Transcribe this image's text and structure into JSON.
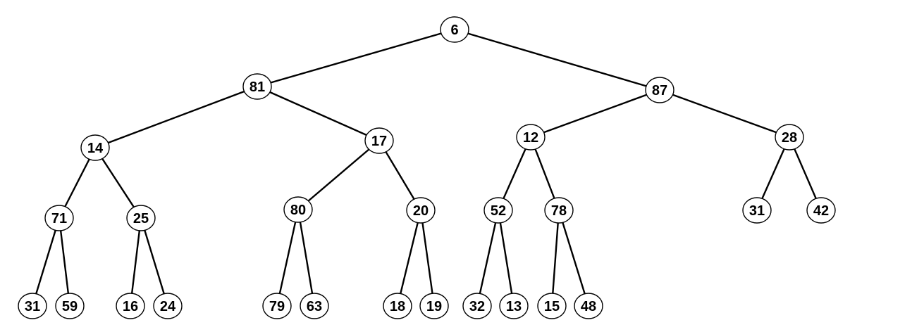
{
  "tree": {
    "nodes": [
      {
        "id": "n1",
        "label": "6"
      },
      {
        "id": "n2",
        "label": "81"
      },
      {
        "id": "n3",
        "label": "87"
      },
      {
        "id": "n4",
        "label": "14"
      },
      {
        "id": "n5",
        "label": "17"
      },
      {
        "id": "n6",
        "label": "12"
      },
      {
        "id": "n7",
        "label": "28"
      },
      {
        "id": "n8",
        "label": "71"
      },
      {
        "id": "n9",
        "label": "25"
      },
      {
        "id": "n10",
        "label": "80"
      },
      {
        "id": "n11",
        "label": "20"
      },
      {
        "id": "n12",
        "label": "52"
      },
      {
        "id": "n13",
        "label": "78"
      },
      {
        "id": "n14",
        "label": "31"
      },
      {
        "id": "n15",
        "label": "42"
      },
      {
        "id": "n16",
        "label": "31"
      },
      {
        "id": "n17",
        "label": "59"
      },
      {
        "id": "n18",
        "label": "16"
      },
      {
        "id": "n19",
        "label": "24"
      },
      {
        "id": "n20",
        "label": "79"
      },
      {
        "id": "n21",
        "label": "63"
      },
      {
        "id": "n22",
        "label": "18"
      },
      {
        "id": "n23",
        "label": "19"
      },
      {
        "id": "n24",
        "label": "32"
      },
      {
        "id": "n25",
        "label": "13"
      },
      {
        "id": "n26",
        "label": "15"
      },
      {
        "id": "n27",
        "label": "48"
      }
    ],
    "edges": [
      [
        "n1",
        "n2"
      ],
      [
        "n1",
        "n3"
      ],
      [
        "n2",
        "n4"
      ],
      [
        "n2",
        "n5"
      ],
      [
        "n3",
        "n6"
      ],
      [
        "n3",
        "n7"
      ],
      [
        "n4",
        "n8"
      ],
      [
        "n4",
        "n9"
      ],
      [
        "n5",
        "n10"
      ],
      [
        "n5",
        "n11"
      ],
      [
        "n6",
        "n12"
      ],
      [
        "n6",
        "n13"
      ],
      [
        "n7",
        "n14"
      ],
      [
        "n7",
        "n15"
      ],
      [
        "n8",
        "n16"
      ],
      [
        "n8",
        "n17"
      ],
      [
        "n9",
        "n18"
      ],
      [
        "n9",
        "n19"
      ],
      [
        "n10",
        "n20"
      ],
      [
        "n10",
        "n21"
      ],
      [
        "n11",
        "n22"
      ],
      [
        "n11",
        "n23"
      ],
      [
        "n12",
        "n24"
      ],
      [
        "n12",
        "n25"
      ],
      [
        "n13",
        "n26"
      ],
      [
        "n13",
        "n27"
      ]
    ]
  }
}
